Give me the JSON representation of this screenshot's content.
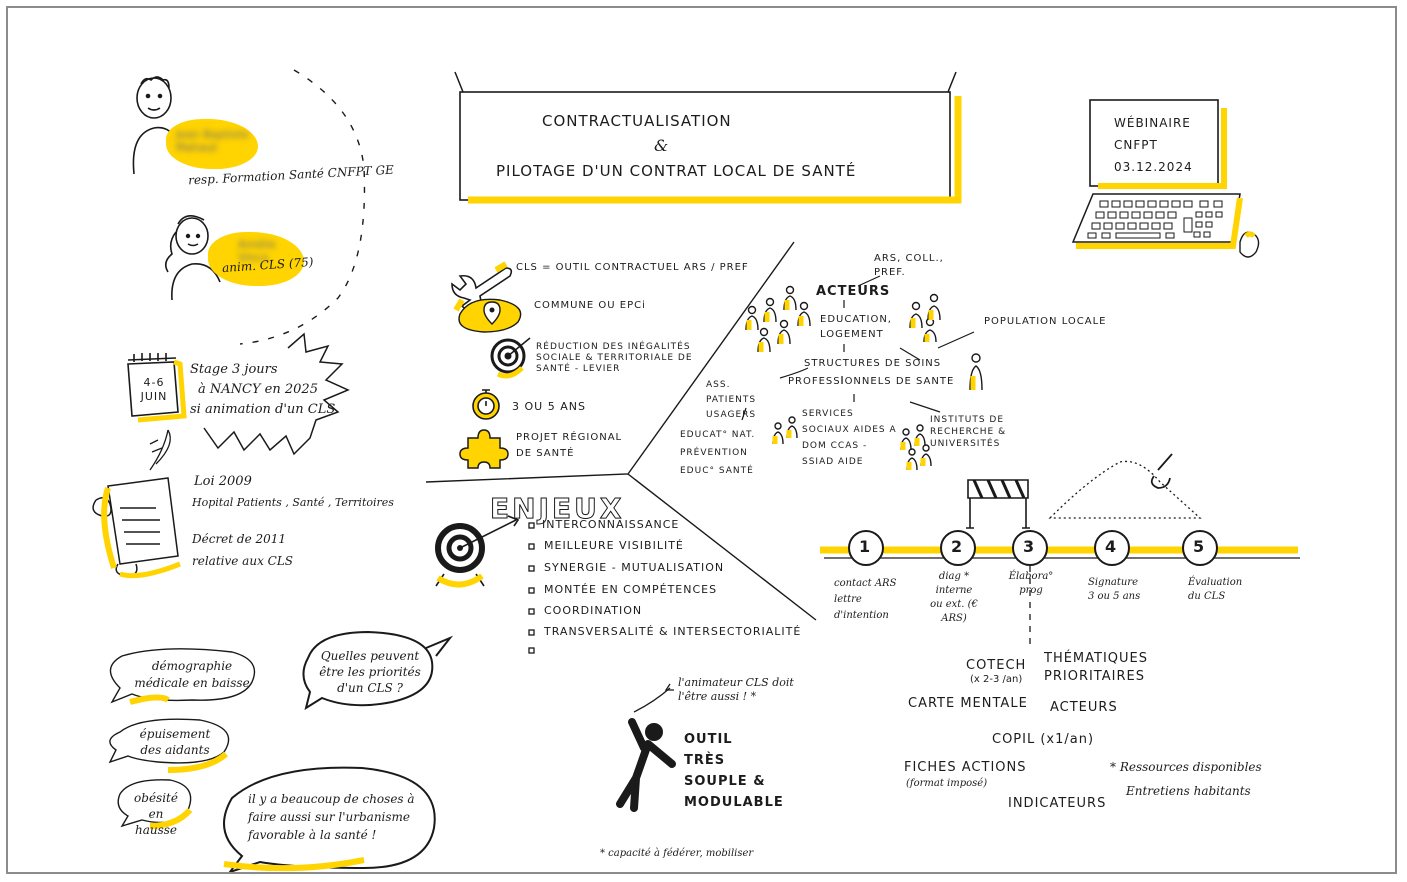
{
  "title": {
    "line1": "CONTRACTUALISATION",
    "amp": "&",
    "line2": "PILOTAGE  D'UN  CONTRAT  LOCAL  DE  SANTÉ"
  },
  "webinar": {
    "label": "WÉBINAIRE",
    "org": "CNFPT",
    "date": "03.12.2024"
  },
  "speakers": [
    {
      "name": "Jean Baptiste Mahaut",
      "role": "resp. Formation Santé  CNFPT GE"
    },
    {
      "name": "Amélie Vinca",
      "role": "anim. CLS (75)"
    }
  ],
  "stage": {
    "calendar": "4-6 JUIN",
    "line1": "Stage 3 jours",
    "line2": "à NANCY en 2025",
    "line3": "si animation d'un CLS"
  },
  "law": {
    "line1": "Loi 2009",
    "line2": "Hopital Patients , Santé , Territoires",
    "line3": "Décret de 2011",
    "line4": "relative aux CLS"
  },
  "bubbles": {
    "b1": "démographie médicale en baisse",
    "b2": "épuisement des aidants",
    "b3": "obésité en hausse",
    "b4": "Quelles peuvent être les priorités d'un CLS ?",
    "b5": "il y a beaucoup de choses à faire aussi sur l'urbanisme favorable à la santé !"
  },
  "definition": [
    {
      "icon": "wrench-icon",
      "text": "CLS = OUTIL CONTRACTUEL  ARS / PREF"
    },
    {
      "icon": "map-pin-icon",
      "text": "COMMUNE OU EPCi"
    },
    {
      "icon": "target-icon",
      "text": "RÉDUCTION DES INÉGALITÉS SOCIALE & TERRITORIALE DE SANTÉ - LEVIER"
    },
    {
      "icon": "stopwatch-icon",
      "text": "3 OU 5 ANS"
    },
    {
      "icon": "puzzle-icon",
      "text": "PROJET RÉGIONAL DE SANTÉ"
    }
  ],
  "acteurs": {
    "heading": "ACTEURS",
    "ars": "ARS, COLL., PREF.",
    "education": "EDUCATION, LOGEMENT",
    "population": "POPULATION LOCALE",
    "structures": "STRUCTURES DE SOINS",
    "pros": "PROFESSIONNELS DE SANTE",
    "patients": "ASS. PATIENTS USAGERS",
    "services": "SERVICES SOCIAUX AIDES A DOM CCAS - SSIAD AIDE",
    "instituts": "INSTITUTS DE RECHERCHE & UNIVERSITÉS",
    "educnat": "EDUCAT° NAT. PRÉVENTION EDUC° SANTÉ"
  },
  "enjeux": {
    "heading": "ENJEUX",
    "items": [
      "INTERCONNAISSANCE",
      "MEILLEURE VISIBILITÉ",
      "SYNERGIE - MUTUALISATION",
      "MONTÉE EN COMPÉTENCES",
      "COORDINATION",
      "TRANSVERSALITÉ & INTERSECTORIALITÉ",
      ""
    ]
  },
  "animator": {
    "note": "l'animateur CLS doit l'être aussi ! *",
    "l1": "OUTIL",
    "l2": "TRÈS",
    "l3": "SOUPLE &",
    "l4": "MODULABLE",
    "footnote": "* capacité à fédérer, mobiliser"
  },
  "steps": [
    {
      "n": "1",
      "label": "contact ARS lettre d'intention"
    },
    {
      "n": "2",
      "label": "diag * interne ou ext. (€ ARS)"
    },
    {
      "n": "3",
      "label": "Élabora° prog"
    },
    {
      "n": "4",
      "label": "Signature 3 ou 5 ans"
    },
    {
      "n": "5",
      "label": "Évaluation du CLS"
    }
  ],
  "tools": {
    "cotech": "COTECH",
    "cotech_freq": "(x 2-3 /an)",
    "thematiques": "THÉMATIQUES PRIORITAIRES",
    "carte": "CARTE MENTALE",
    "acteurs": "ACTEURS",
    "copil": "COPIL (x1/an)",
    "fiches": "FICHES ACTIONS",
    "fiches_note": "(format imposé)",
    "ressources": "* Ressources disponibles",
    "entretiens": "Entretiens habitants",
    "indicateurs": "INDICATEURS"
  },
  "colors": {
    "accent": "#ffd400",
    "ink": "#1a1a1a",
    "frame": "#8c8c8c"
  }
}
